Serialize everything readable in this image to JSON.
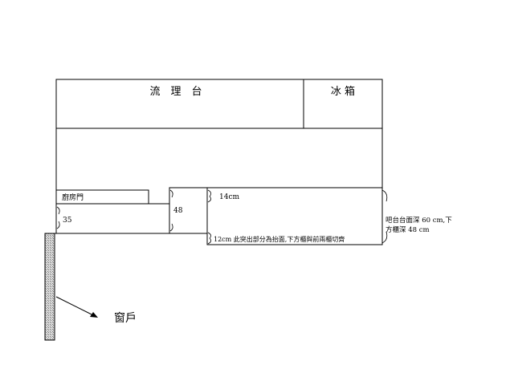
{
  "labels": {
    "counter": "流　理　台",
    "fridge": "冰 箱",
    "kitchen_door": "廚房門",
    "dim_35": "35",
    "dim_48": "48",
    "dim_14cm": "14cm",
    "note_12cm": "12cm 此突出部分為抬面,下方櫃與前兩櫃切齊",
    "bar_depth_line1": "吧台台面深 60 cm,下",
    "bar_depth_line2": "方櫃深 48 cm",
    "window": "窗戶"
  },
  "colors": {
    "line": "#000000",
    "wall_hatch": "#bfbfbf",
    "background": "#ffffff"
  }
}
